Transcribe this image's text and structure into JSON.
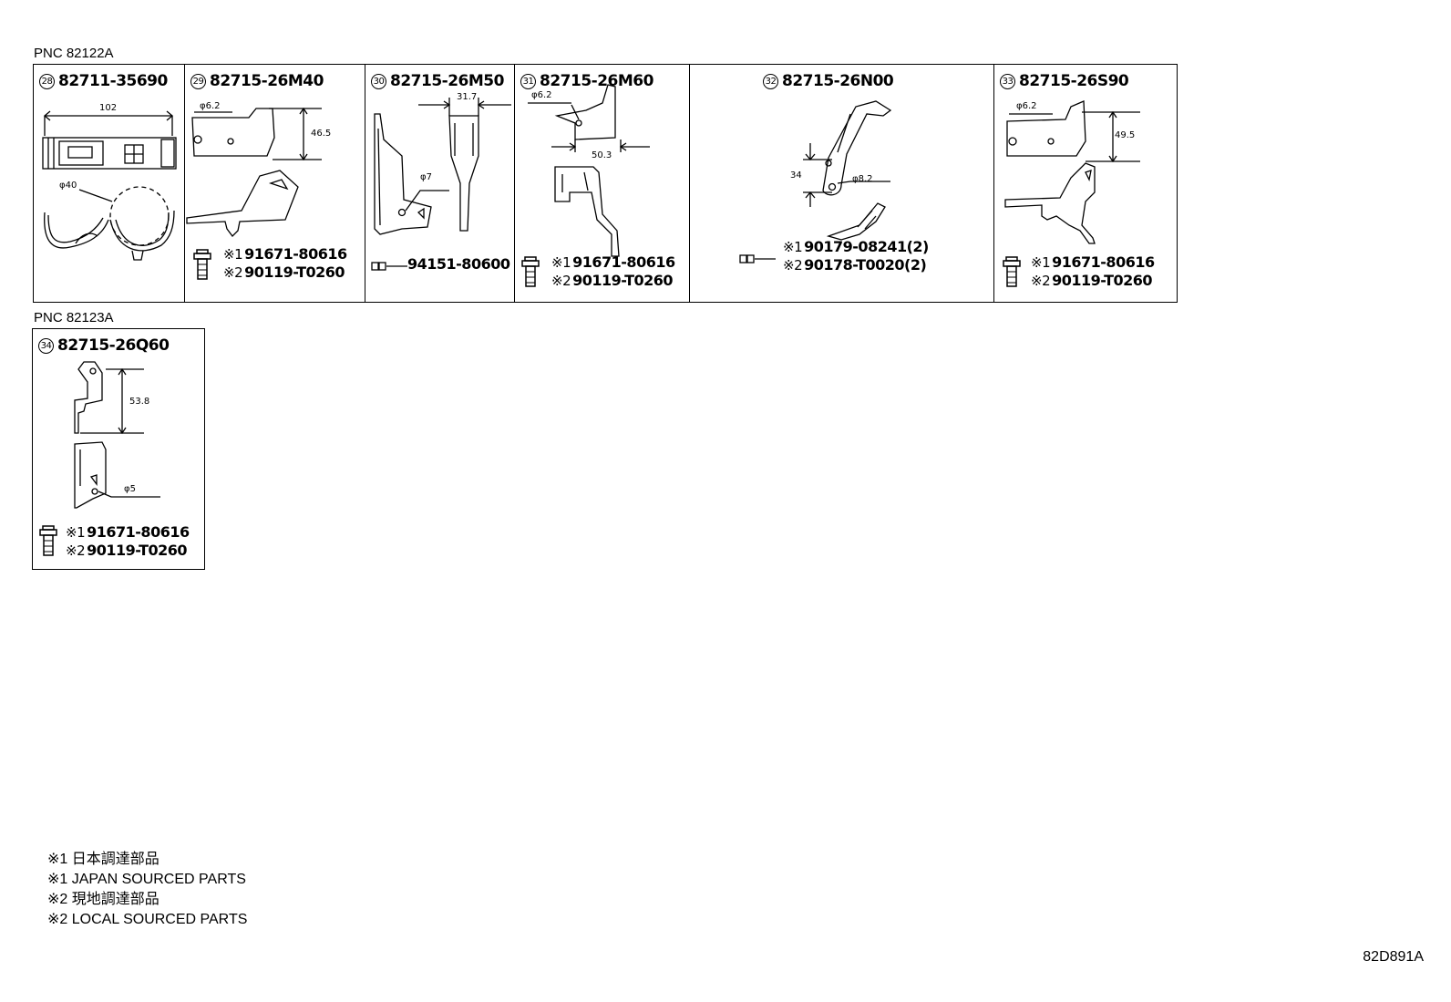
{
  "sections": [
    {
      "pnc": "PNC 82122A",
      "cells": [
        {
          "num": "28",
          "part": "82711-35690",
          "dims": [
            "102",
            "φ40"
          ]
        },
        {
          "num": "29",
          "part": "82715-26M40",
          "dims": [
            "φ6.2",
            "46.5"
          ],
          "bolts": [
            {
              "mark": "※1",
              "pn": "91671-80616"
            },
            {
              "mark": "※2",
              "pn": "90119-T0260"
            }
          ]
        },
        {
          "num": "30",
          "part": "82715-26M50",
          "dims": [
            "31.7",
            "φ7"
          ],
          "clip": "94151-80600"
        },
        {
          "num": "31",
          "part": "82715-26M60",
          "dims": [
            "φ6.2",
            "50.3"
          ],
          "bolts": [
            {
              "mark": "※1",
              "pn": "91671-80616"
            },
            {
              "mark": "※2",
              "pn": "90119-T0260"
            }
          ]
        },
        {
          "num": "32",
          "part": "82715-26N00",
          "dims": [
            "34",
            "φ8.2"
          ],
          "bolts": [
            {
              "mark": "※1",
              "pn": "90179-08241(2)"
            },
            {
              "mark": "※2",
              "pn": "90178-T0020(2)"
            }
          ]
        },
        {
          "num": "33",
          "part": "82715-26S90",
          "dims": [
            "φ6.2",
            "49.5"
          ],
          "bolts": [
            {
              "mark": "※1",
              "pn": "91671-80616"
            },
            {
              "mark": "※2",
              "pn": "90119-T0260"
            }
          ]
        }
      ]
    },
    {
      "pnc": "PNC 82123A",
      "cells": [
        {
          "num": "34",
          "part": "82715-26Q60",
          "dims": [
            "53.8",
            "φ5"
          ],
          "bolts": [
            {
              "mark": "※1",
              "pn": "91671-80616"
            },
            {
              "mark": "※2",
              "pn": "90119-T0260"
            }
          ]
        }
      ]
    }
  ],
  "legend": [
    "※1 日本調達部品",
    "※1 JAPAN SOURCED PARTS",
    "※2 現地調達部品",
    "※2 LOCAL SOURCED PARTS"
  ],
  "diagram_code": "82D891A"
}
